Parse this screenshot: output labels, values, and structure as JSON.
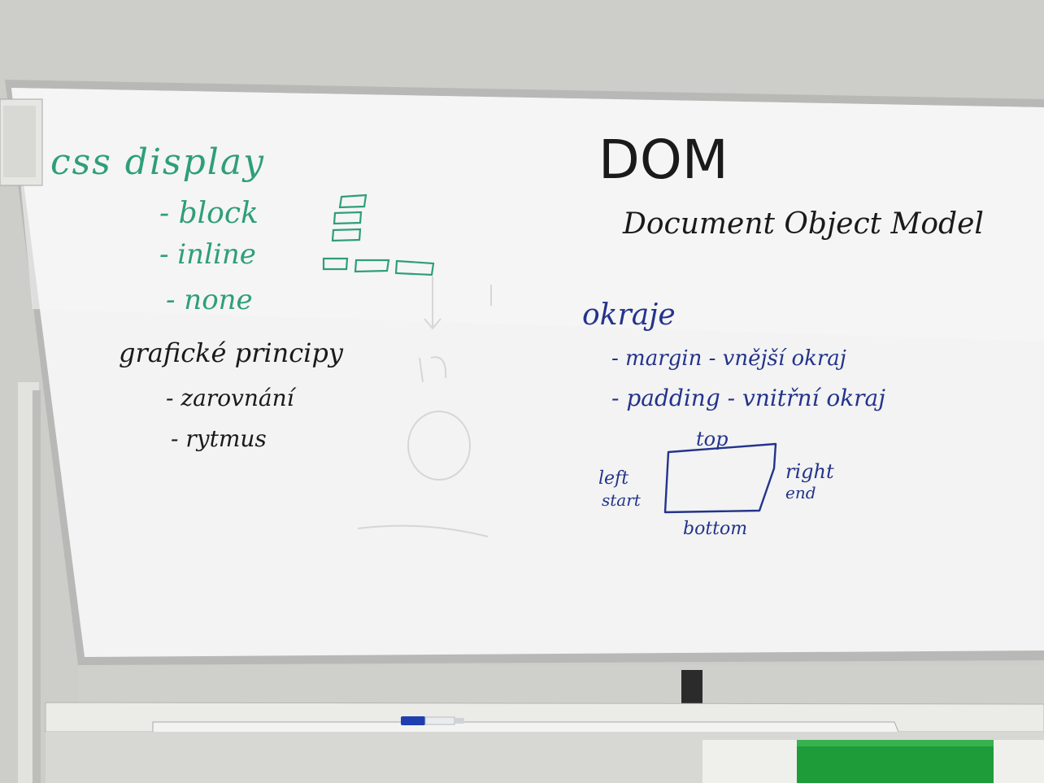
{
  "whiteboard": {
    "left": {
      "title": "css display",
      "items": [
        "- block",
        "- inline",
        "- none"
      ],
      "section2_title": "grafické principy",
      "section2_items": [
        "- zarovnání",
        "- rytmus"
      ]
    },
    "right": {
      "title": "DOM",
      "subtitle": "Document Object Model",
      "section_title": "okraje",
      "lines": [
        "- margin - vnější okraj",
        "- padding - vnitřní okraj"
      ],
      "box_labels": {
        "top": "top",
        "left": "left",
        "start": "start",
        "right": "right",
        "end": "end",
        "bottom": "bottom"
      }
    }
  },
  "colors": {
    "green_marker": "#2f9e7a",
    "black_marker": "#1a1a1a",
    "blue_marker": "#24338c",
    "board": "#f4f5f4",
    "wall": "#cfcfcc"
  }
}
